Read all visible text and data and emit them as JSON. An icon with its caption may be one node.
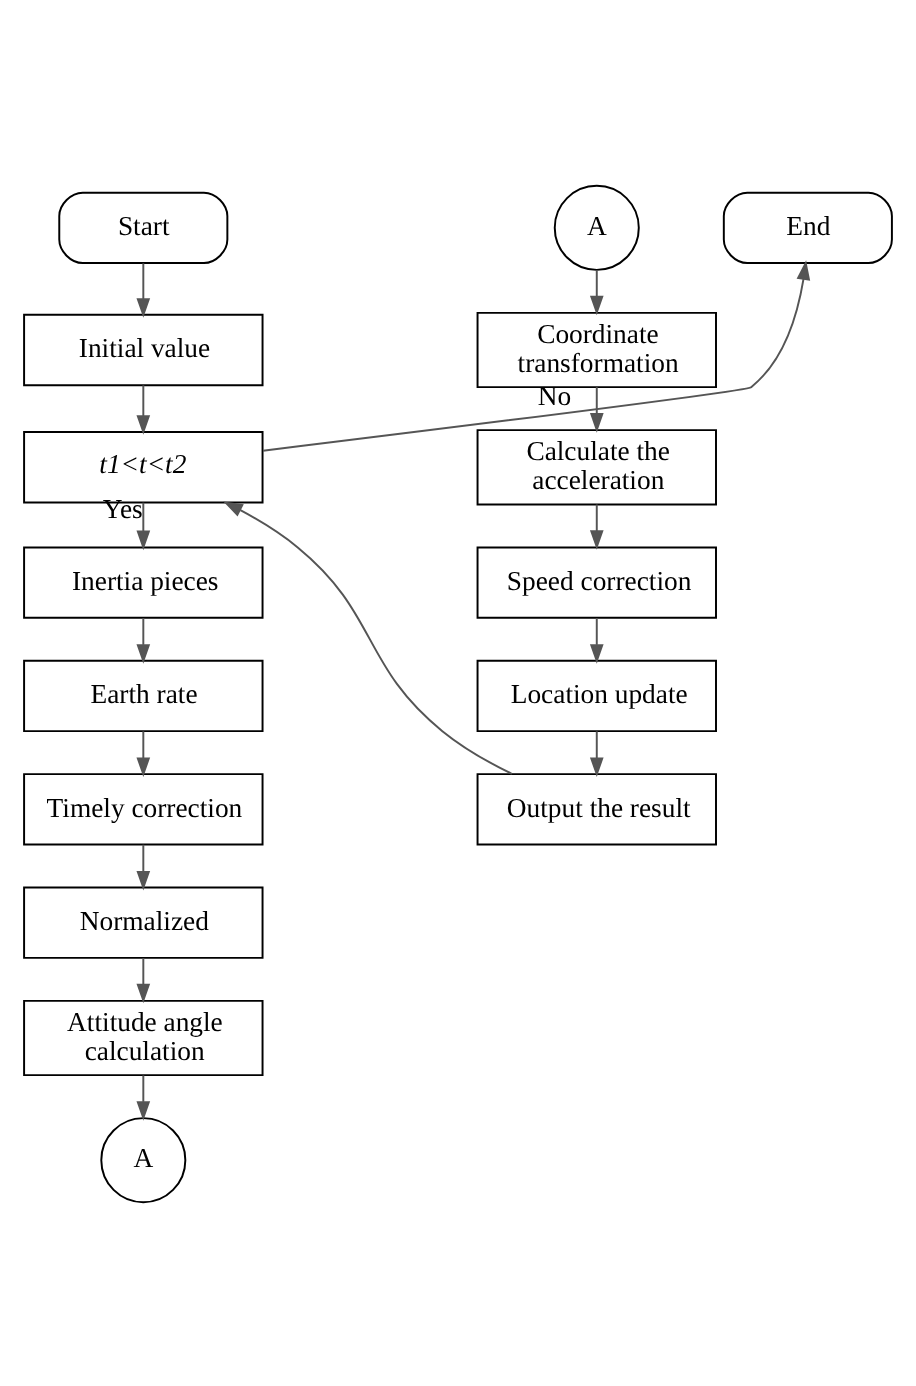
{
  "diagram": {
    "nodes": [
      {
        "text": [
          "Start"
        ]
      },
      {
        "text": [
          "Initial value"
        ]
      },
      {
        "text": [
          "t1<t<t2"
        ]
      },
      {
        "text": [
          "Inertia pieces"
        ]
      },
      {
        "text": [
          "Earth rate"
        ]
      },
      {
        "text": [
          "Timely correction"
        ]
      },
      {
        "text": [
          "Normalized"
        ]
      },
      {
        "text": [
          "Attitude angle calculation"
        ]
      },
      {
        "text": [
          "A"
        ]
      },
      {
        "text": [
          "A"
        ]
      },
      {
        "text": [
          "Coordinate transformation"
        ]
      },
      {
        "text": [
          "Calculate the acceleration"
        ]
      },
      {
        "text": [
          "Speed correction"
        ]
      },
      {
        "text": [
          "Location update"
        ]
      },
      {
        "text": [
          "Output the result"
        ]
      },
      {
        "text": [
          "End"
        ]
      }
    ],
    "edges": [
      {
        "from": 0,
        "to": 1,
        "arrow": "to"
      },
      {
        "from": 1,
        "to": 2,
        "arrow": "to"
      },
      {
        "from": 2,
        "to": 3,
        "arrow": "to",
        "label": "Yes"
      },
      {
        "from": 3,
        "to": 4,
        "arrow": "to"
      },
      {
        "from": 4,
        "to": 5,
        "arrow": "to"
      },
      {
        "from": 5,
        "to": 6,
        "arrow": "to"
      },
      {
        "from": 6,
        "to": 7,
        "arrow": "to"
      },
      {
        "from": 7,
        "to": 8,
        "arrow": "to"
      },
      {
        "from": 9,
        "to": 10,
        "arrow": "to"
      },
      {
        "from": 10,
        "to": 11,
        "arrow": "to"
      },
      {
        "from": 11,
        "to": 12,
        "arrow": "to"
      },
      {
        "from": 12,
        "to": 13,
        "arrow": "to"
      },
      {
        "from": 13,
        "to": 14,
        "arrow": "to"
      },
      {
        "from": 14,
        "to": 2,
        "arrow": "to"
      },
      {
        "from": 2,
        "to": 15,
        "arrow": "to",
        "label": "No"
      }
    ]
  }
}
